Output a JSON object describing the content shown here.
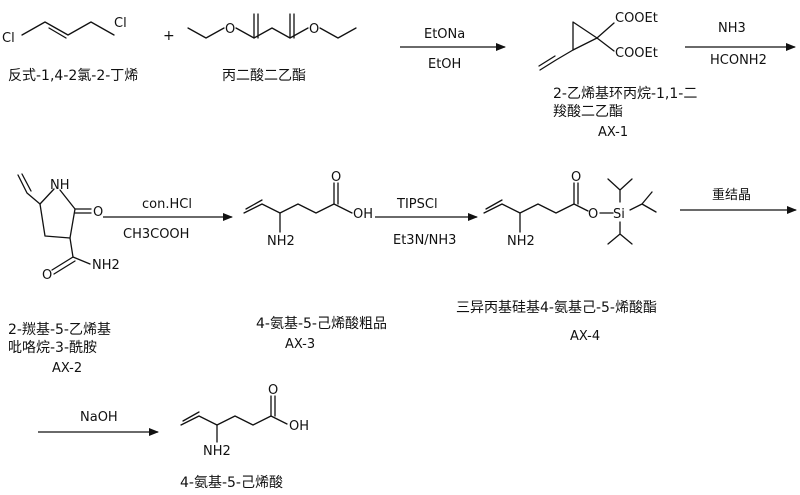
{
  "scheme": {
    "step1": {
      "reactant1_name": "反式-1,4-2氯-2-丁烯",
      "reactant2_name": "丙二酸二乙酯",
      "plus": "+",
      "reagent_top": "EtONa",
      "reagent_bottom": "EtOH",
      "product_name_line1": "2-乙烯基环丙烷-1,1-二",
      "product_name_line2": "羧酸二乙酯",
      "product_code": "AX-1"
    },
    "step2": {
      "reagent_top": "NH3",
      "reagent_bottom": "HCONH2"
    },
    "step3": {
      "product_name_line1": "2-羰基-5-乙烯基",
      "product_name_line2": "吡咯烷-3-酰胺",
      "product_code": "AX-2",
      "reagent_top": "con.HCl",
      "reagent_bottom": "CH3COOH"
    },
    "step4": {
      "product_name": "4-氨基-5-己烯酸粗品",
      "product_code": "AX-3",
      "reagent_top": "TIPSCl",
      "reagent_bottom": "Et3N/NH3"
    },
    "step5": {
      "product_name": "三异丙基硅基4-氨基己-5-烯酸酯",
      "product_code": "AX-4",
      "reagent_top": "重结晶"
    },
    "step6": {
      "reagent_top": "NaOH",
      "product_name": "4-氨基-5-己烯酸"
    },
    "atoms": {
      "cl": "Cl",
      "cooet": "COOEt",
      "nh": "NH",
      "nh2": "NH2",
      "o": "O",
      "oh": "OH",
      "si": "Si"
    }
  }
}
